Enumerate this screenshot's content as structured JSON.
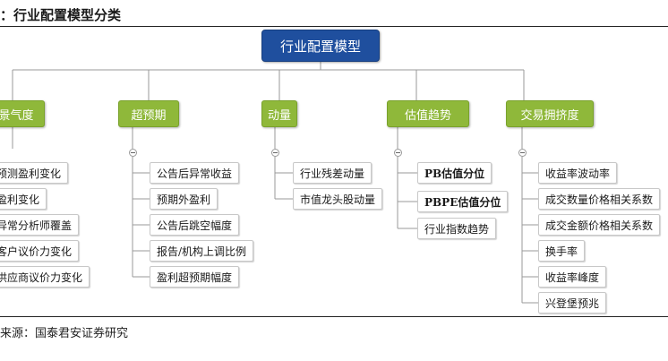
{
  "header": {
    "title": "：行业配置模型分类"
  },
  "diagram": {
    "root": "行业配置模型",
    "categories": [
      {
        "label": "景气度",
        "items": [
          "预测盈利变化",
          "盈利变化",
          "异常分析师覆盖",
          "客户议价力变化",
          "供应商议价力变化"
        ]
      },
      {
        "label": "超预期",
        "items": [
          "公告后异常收益",
          "预期外盈利",
          "公告后跳空幅度",
          "报告/机构上调比例",
          "盈利超预期幅度"
        ]
      },
      {
        "label": "动量",
        "items": [
          "行业残差动量",
          "市值龙头股动量"
        ]
      },
      {
        "label": "估值趋势",
        "items": [
          "PB估值分位",
          "PBPE估值分位",
          "行业指数趋势"
        ]
      },
      {
        "label": "交易拥挤度",
        "items": [
          "收益率波动率",
          "成交数量价格相关系数",
          "成交金额价格相关系数",
          "换手率",
          "收益率峰度",
          "兴登堡预兆"
        ]
      }
    ]
  },
  "footer": {
    "source": "资料来源：国泰君安证券研究"
  },
  "colors": {
    "root": "#1f4f9e",
    "category": "#8fb83a",
    "line": "#9a9a9a"
  }
}
